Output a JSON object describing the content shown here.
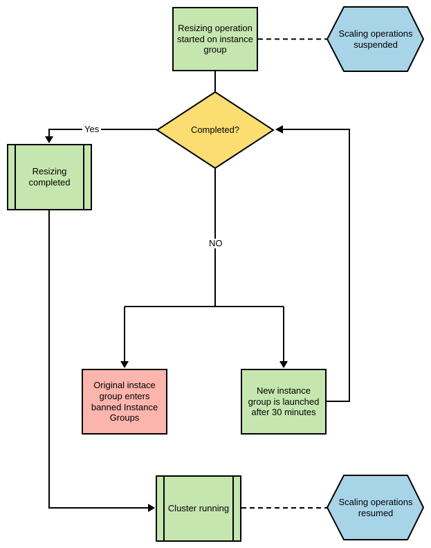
{
  "diagram": {
    "nodes": {
      "start": {
        "label": "Resizing operation started on instance group",
        "shape": "process"
      },
      "suspended": {
        "label": "Scaling operations suspended",
        "shape": "hexagon"
      },
      "decision": {
        "label": "Completed?",
        "shape": "decision"
      },
      "resizing_completed": {
        "label": "Resizing completed",
        "shape": "predefined-process"
      },
      "banned": {
        "label": "Original instace group enters banned Instance Groups",
        "shape": "process"
      },
      "new_instance": {
        "label": "New instance group is launched after 30 minutes",
        "shape": "process"
      },
      "cluster": {
        "label": "Cluster running",
        "shape": "predefined-process"
      },
      "resumed": {
        "label": "Scaling operations resumed",
        "shape": "hexagon"
      }
    },
    "edge_labels": {
      "yes": "Yes",
      "no": "NO"
    },
    "colors": {
      "green": "#c6e6af",
      "blue": "#a8d4e8",
      "yellow": "#fbdd72",
      "pink": "#fbb5ad",
      "line": "#000000"
    }
  }
}
